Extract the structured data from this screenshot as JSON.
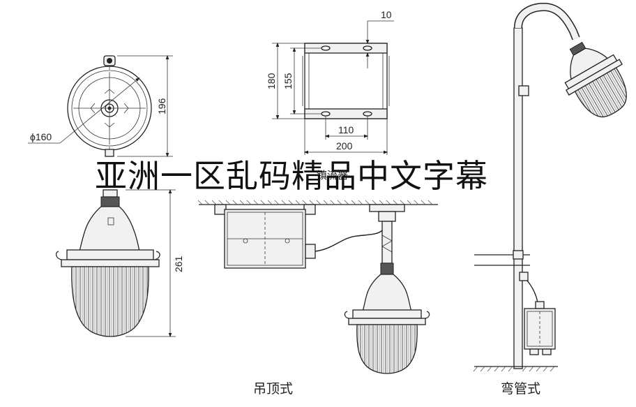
{
  "dimensions": {
    "diameter": "ϕ160",
    "height_top": "196",
    "height_side": "261",
    "bracket_height_outer": "180",
    "bracket_height_inner": "155",
    "bracket_slot": "10",
    "bracket_hole_spacing": "110",
    "bracket_width": "200"
  },
  "captions": {
    "ceiling_mount": "吊顶式",
    "pole_mount": "弯管式",
    "partial_label": "镇流器"
  },
  "overlay": {
    "text": "亚洲一区乱码精品中文字幕"
  }
}
